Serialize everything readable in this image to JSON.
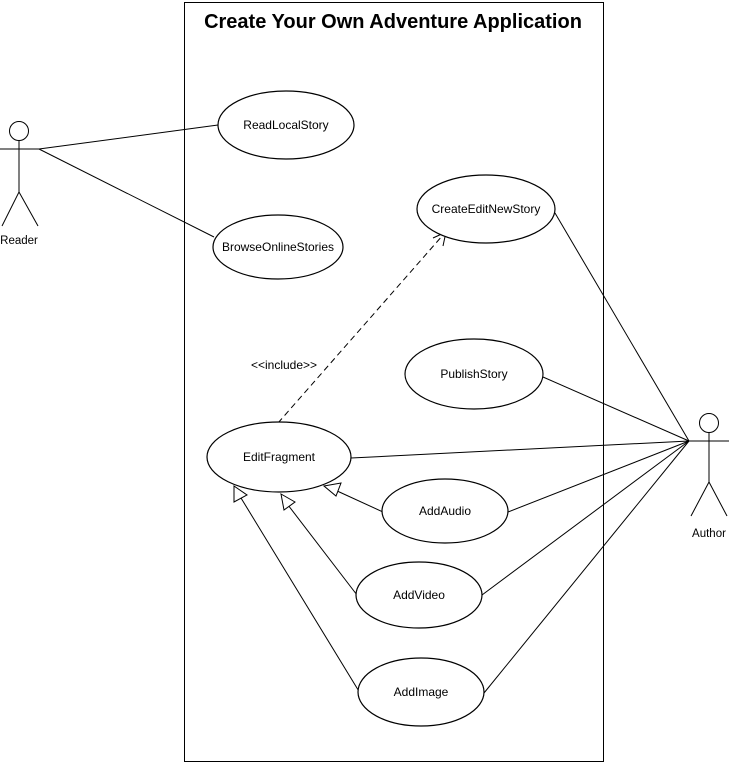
{
  "system": {
    "title": "Create Your Own Adventure Application"
  },
  "actors": {
    "reader": {
      "label": "Reader"
    },
    "author": {
      "label": "Author"
    }
  },
  "use_cases": {
    "read_local_story": "ReadLocalStory",
    "browse_online_stories": "BrowseOnlineStories",
    "create_edit_new_story": "CreateEditNewStory",
    "publish_story": "PublishStory",
    "edit_fragment": "EditFragment",
    "add_audio": "AddAudio",
    "add_video": "AddVideo",
    "add_image": "AddImage"
  },
  "relationships": {
    "include_label": "<<include>>"
  }
}
